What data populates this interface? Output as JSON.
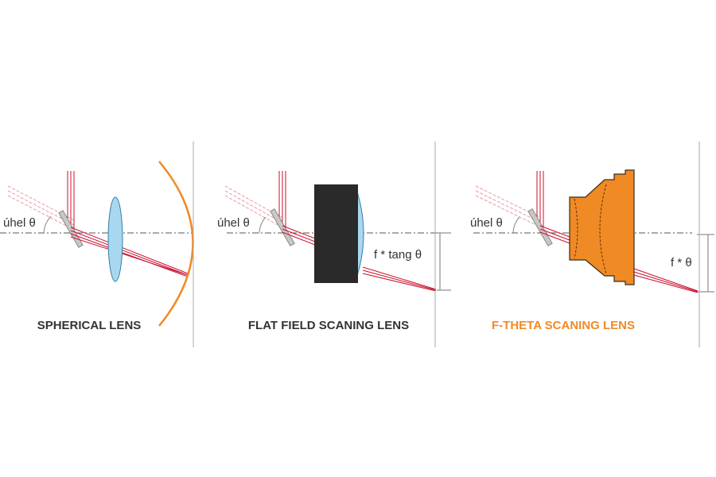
{
  "panels": [
    {
      "title": "SPHERICAL LENS",
      "angle_label": "úhel θ",
      "formula_label": "",
      "lens_type": "spherical-singlet"
    },
    {
      "title": "FLAT FIELD SCANING LENS",
      "angle_label": "úhel θ",
      "formula_label": "f * tang θ",
      "lens_type": "flat-field-objective"
    },
    {
      "title": "F-THETA SCANING LENS",
      "angle_label": "úhel θ",
      "formula_label": "f * θ",
      "lens_type": "f-theta-objective"
    }
  ],
  "colors": {
    "lens_blue": "#a8d8f0",
    "lens_outline": "#3a7ca5",
    "orange": "#f08a24",
    "ray_red": "#c8102e",
    "ray_pink": "#e89aa4",
    "line_gray": "#9a9a9a",
    "text_dark": "#333333",
    "flat_field_body": "#2a2a2a"
  }
}
